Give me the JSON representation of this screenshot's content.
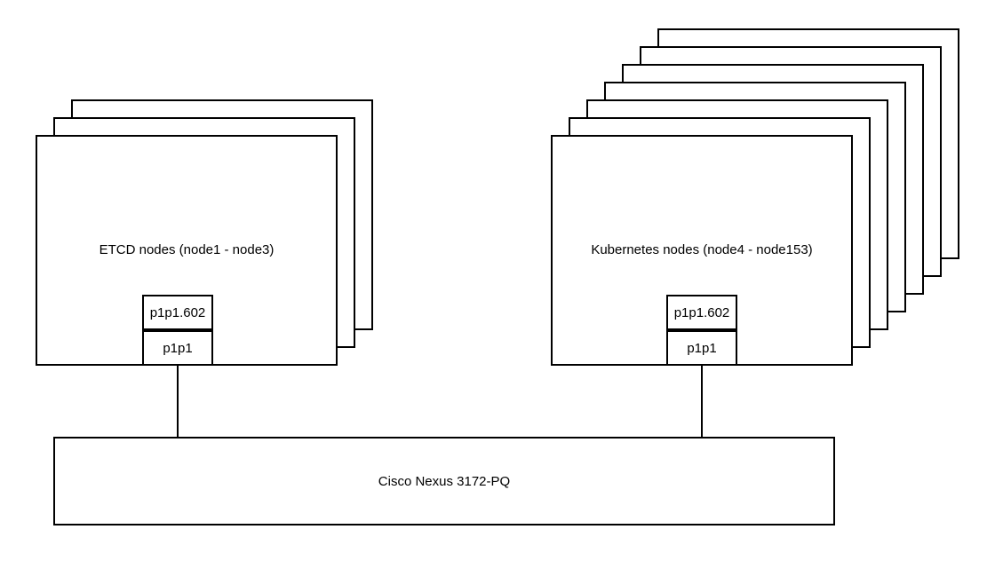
{
  "diagram": {
    "colors": {
      "stroke": "#000000",
      "fill": "#ffffff",
      "background": "#ffffff"
    },
    "groups": [
      {
        "id": "etcd",
        "label": "ETCD nodes (node1 - node3)",
        "stack_count": 3,
        "ports": {
          "vlan_port": "p1p1.602",
          "physical_port": "p1p1"
        }
      },
      {
        "id": "k8s",
        "label": "Kubernetes nodes (node4 - node153)",
        "stack_count": 7,
        "ports": {
          "vlan_port": "p1p1.602",
          "physical_port": "p1p1"
        }
      }
    ],
    "switch": {
      "label": "Cisco Nexus 3172-PQ"
    }
  }
}
